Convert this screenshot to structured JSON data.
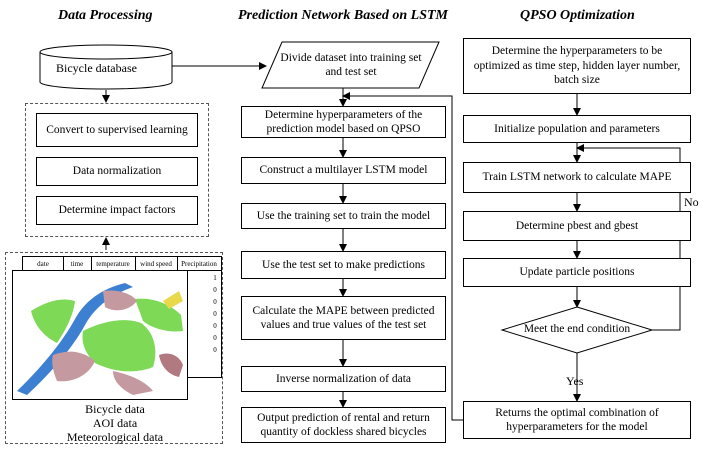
{
  "headers": {
    "left": "Data Processing",
    "middle": "Prediction Network Based on LSTM",
    "right": "QPSO Optimization"
  },
  "left": {
    "database": "Bicycle database",
    "steps": [
      "Convert to supervised learning",
      "Data normalization",
      "Determine impact factors"
    ],
    "table_columns": [
      "date",
      "time",
      "temperature",
      "wind speed",
      "Precipitation"
    ],
    "table_values": [
      "1",
      "0",
      "0",
      "0",
      "0",
      "0",
      "0"
    ],
    "sources": [
      "Bicycle data",
      "AOI data",
      "Meteorological data"
    ]
  },
  "middle": {
    "divide": "Divide dataset into training set and test set",
    "steps": [
      "Determine hyperparameters of the prediction model based on QPSO",
      "Construct a multilayer LSTM model",
      "Use the training set to train the model",
      "Use the test set to make predictions",
      "Calculate the MAPE between predicted values and true values of the test set",
      "Inverse normalization of data",
      "Output prediction of rental and return quantity of dockless shared bicycles"
    ]
  },
  "right": {
    "steps": [
      "Determine the hyperparameters to be optimized as time step, hidden layer number, batch size",
      "Initialize population and parameters",
      "Train LSTM network to calculate MAPE",
      "Determine pbest and gbest",
      "Update particle positions"
    ],
    "decision": "Meet the end condition",
    "yes": "Yes",
    "no": "No",
    "final": "Returns the optimal combination of hyperparameters for the model"
  },
  "colors": {
    "map_green": "#7ed957",
    "map_water": "#3d7fd1",
    "map_urban": "#c49aa0"
  }
}
